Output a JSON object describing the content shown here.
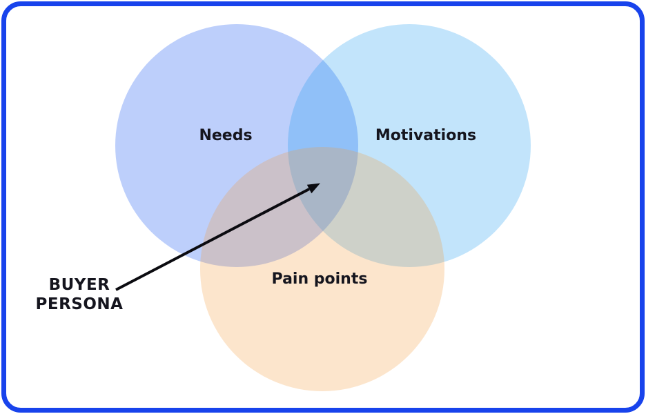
{
  "diagram": {
    "type": "venn",
    "circles": [
      {
        "id": "needs",
        "label": "Needs",
        "color": "#bdcffa"
      },
      {
        "id": "motivations",
        "label": "Motivations",
        "color": "#c2e4fb"
      },
      {
        "id": "pain_points",
        "label": "Pain points",
        "color": "#fce5cc"
      }
    ],
    "annotation": {
      "label": "BUYER\nPERSONA"
    },
    "colors": {
      "border": "#1843ec",
      "text": "#15151e",
      "arrow": "#0b0b10",
      "overlap_top": "#8fc2f9",
      "overlap_left_bottom": "#cac3d5",
      "overlap_right_bottom": "#cdd0ca",
      "overlap_center": "#a9b2cf",
      "background": "#ffffff"
    }
  }
}
